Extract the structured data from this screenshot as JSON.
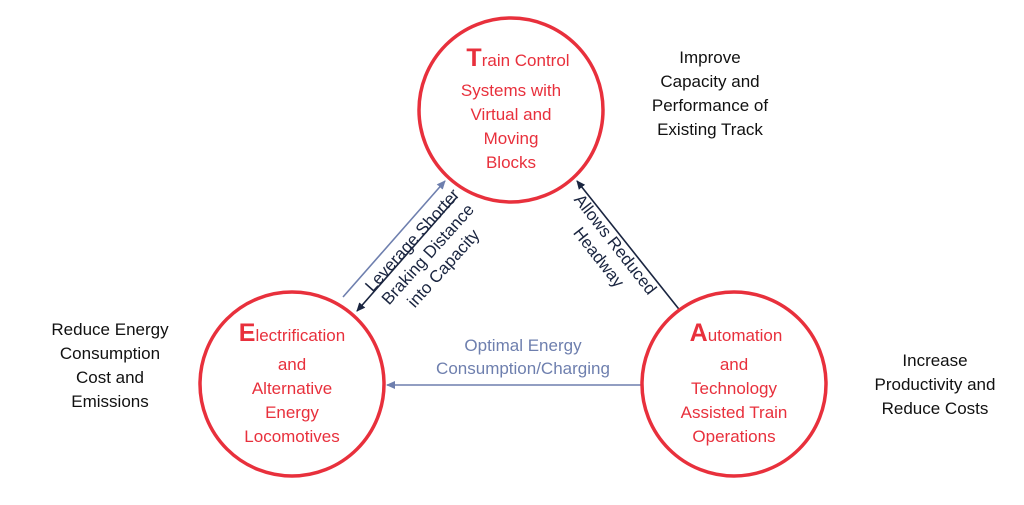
{
  "nodes": {
    "train_control": {
      "initial": "T",
      "lines": [
        "rain Control",
        "Systems with",
        "Virtual and",
        "Moving",
        "Blocks"
      ]
    },
    "electrification": {
      "initial": "E",
      "lines": [
        "lectrification",
        "and",
        "Alternative",
        "Energy",
        "Locomotives"
      ]
    },
    "automation": {
      "initial": "A",
      "lines": [
        "utomation",
        "and",
        "Technology",
        "Assisted Train",
        "Operations"
      ]
    }
  },
  "notes": {
    "top_right": [
      "Improve",
      "Capacity and",
      "Performance of",
      "Existing Track"
    ],
    "left": [
      "Reduce Energy",
      "Consumption",
      "Cost and",
      "Emissions"
    ],
    "right": [
      "Increase",
      "Productivity and",
      "Reduce Costs"
    ]
  },
  "edges": {
    "leverage": [
      "Leverage Shorter",
      "Braking Distance",
      "into Capacity"
    ],
    "headway": [
      "Allows Reduced",
      "Headway"
    ],
    "energy": [
      "Optimal Energy",
      "Consumption/Charging"
    ]
  },
  "colors": {
    "circle_stroke": "#e8303c",
    "circle_text": "#e8303c",
    "dark_arrow": "#1a2540",
    "blue_arrow": "#6e7fae",
    "note_text": "#111111"
  }
}
